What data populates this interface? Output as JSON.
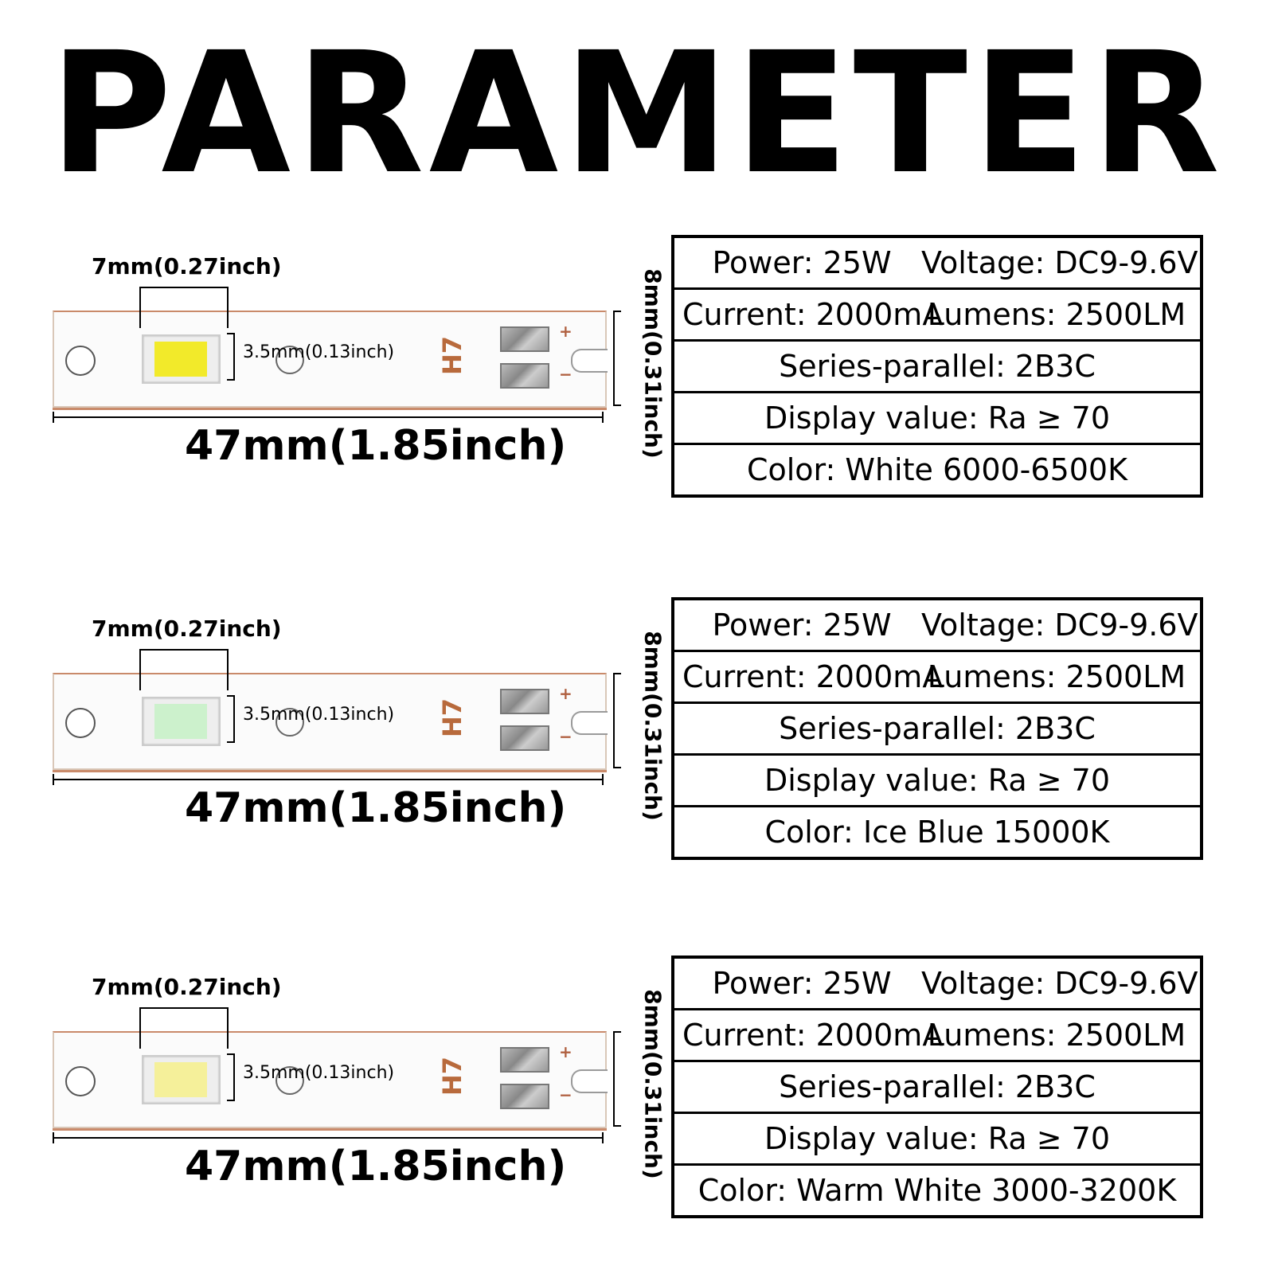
{
  "title": "PARAMETER",
  "colors": {
    "led_white": "#f2ea2a",
    "led_ice_blue": "#ccf1cc",
    "led_warm_white": "#f5f09a",
    "copper": "#c98a6a"
  },
  "sections": [
    {
      "board_label": "H7",
      "dim_width_top": "7mm(0.27inch)",
      "dim_height_led": "3.5mm(0.13inch)",
      "dim_length": "47mm(1.85inch)",
      "dim_board_height": "8mm(0.31inch)",
      "plus": "+",
      "minus": "−",
      "spec": {
        "power": "Power: 25W",
        "voltage": "Voltage: DC9-9.6V",
        "current": "Current: 2000mA",
        "lumens": "Lumens: 2500LM",
        "series": "Series-parallel: 2B3C",
        "display": "Display value: Ra ≥ 70",
        "color": "Color:  White 6000-6500K"
      }
    },
    {
      "board_label": "H7",
      "dim_width_top": "7mm(0.27inch)",
      "dim_height_led": "3.5mm(0.13inch)",
      "dim_length": "47mm(1.85inch)",
      "dim_board_height": "8mm(0.31inch)",
      "plus": "+",
      "minus": "−",
      "spec": {
        "power": "Power: 25W",
        "voltage": "Voltage: DC9-9.6V",
        "current": "Current: 2000mA",
        "lumens": "Lumens: 2500LM",
        "series": "Series-parallel: 2B3C",
        "display": "Display value: Ra ≥ 70",
        "color": "Color:  Ice Blue 15000K"
      }
    },
    {
      "board_label": "H7",
      "dim_width_top": "7mm(0.27inch)",
      "dim_height_led": "3.5mm(0.13inch)",
      "dim_length": "47mm(1.85inch)",
      "dim_board_height": "8mm(0.31inch)",
      "plus": "+",
      "minus": "−",
      "spec": {
        "power": "Power: 25W",
        "voltage": "Voltage: DC9-9.6V",
        "current": "Current: 2000mA",
        "lumens": "Lumens: 2500LM",
        "series": "Series-parallel: 2B3C",
        "display": "Display value: Ra ≥ 70",
        "color": "Color:  Warm White 3000-3200K"
      }
    }
  ]
}
